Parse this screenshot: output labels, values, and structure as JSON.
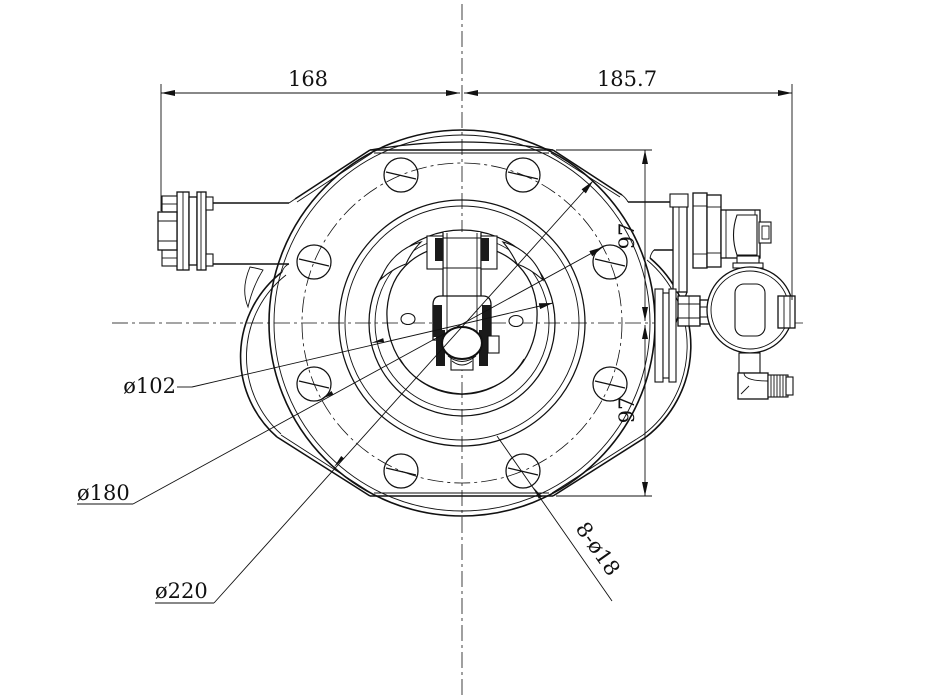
{
  "drawing": {
    "dimensions": {
      "width_left": "168",
      "width_right": "185.7",
      "height_upper": "97",
      "height_lower": "97"
    },
    "labels": {
      "inner_bore": "ø102",
      "bolt_circle": "ø180",
      "outer_diameter": "ø220",
      "bolt_holes": "8-ø18"
    }
  }
}
